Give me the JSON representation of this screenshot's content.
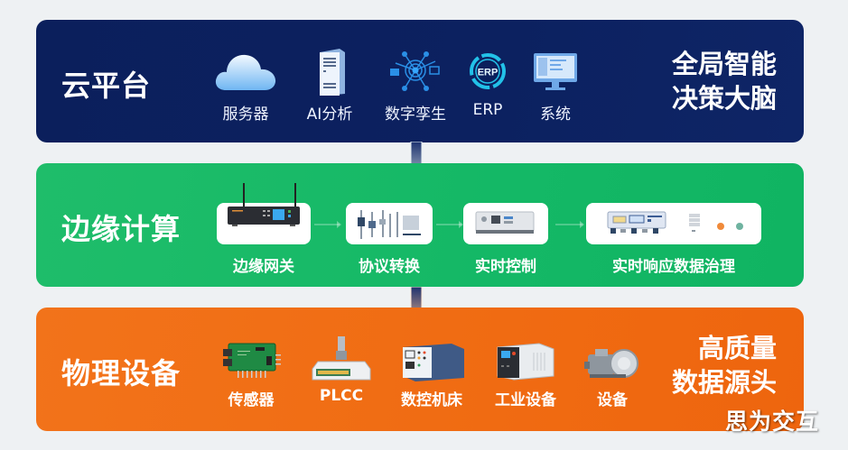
{
  "layers": {
    "cloud": {
      "title": "云平台",
      "side_title_line1": "全局智能",
      "side_title_line2": "决策大脑",
      "color": "#0c2160",
      "items": [
        {
          "label": "服务器",
          "icon": "cloud-icon"
        },
        {
          "label": "AI分析",
          "icon": "server-tower-icon"
        },
        {
          "label": "数字孪生",
          "icon": "digital-twin-network-icon"
        },
        {
          "label": "ERP",
          "icon": "erp-gear-icon",
          "icon_text": "ERP"
        },
        {
          "label": "系统",
          "icon": "monitor-icon"
        }
      ]
    },
    "edge": {
      "title": "边缘计算",
      "color": "#14b866",
      "items": [
        {
          "label": "边缘网关",
          "icon": "edge-gateway-router-icon"
        },
        {
          "label": "协议转换",
          "icon": "protocol-converter-icon"
        },
        {
          "label": "实时控制",
          "icon": "controller-box-icon"
        },
        {
          "label": "实时响应数据治理",
          "icon": "data-governance-device-icon"
        }
      ]
    },
    "physical": {
      "title": "物理设备",
      "side_title_line1": "高质量",
      "side_title_line2": "数据源头",
      "color": "#f06b12",
      "items": [
        {
          "label": "传感器",
          "icon": "sensor-board-icon"
        },
        {
          "label": "PLCC",
          "icon": "plcc-joystick-icon"
        },
        {
          "label": "数控机床",
          "icon": "cnc-machine-icon"
        },
        {
          "label": "工业设备",
          "icon": "industrial-equipment-icon"
        },
        {
          "label": "设备",
          "icon": "motor-pump-icon"
        }
      ]
    }
  },
  "watermark": "思为交互"
}
